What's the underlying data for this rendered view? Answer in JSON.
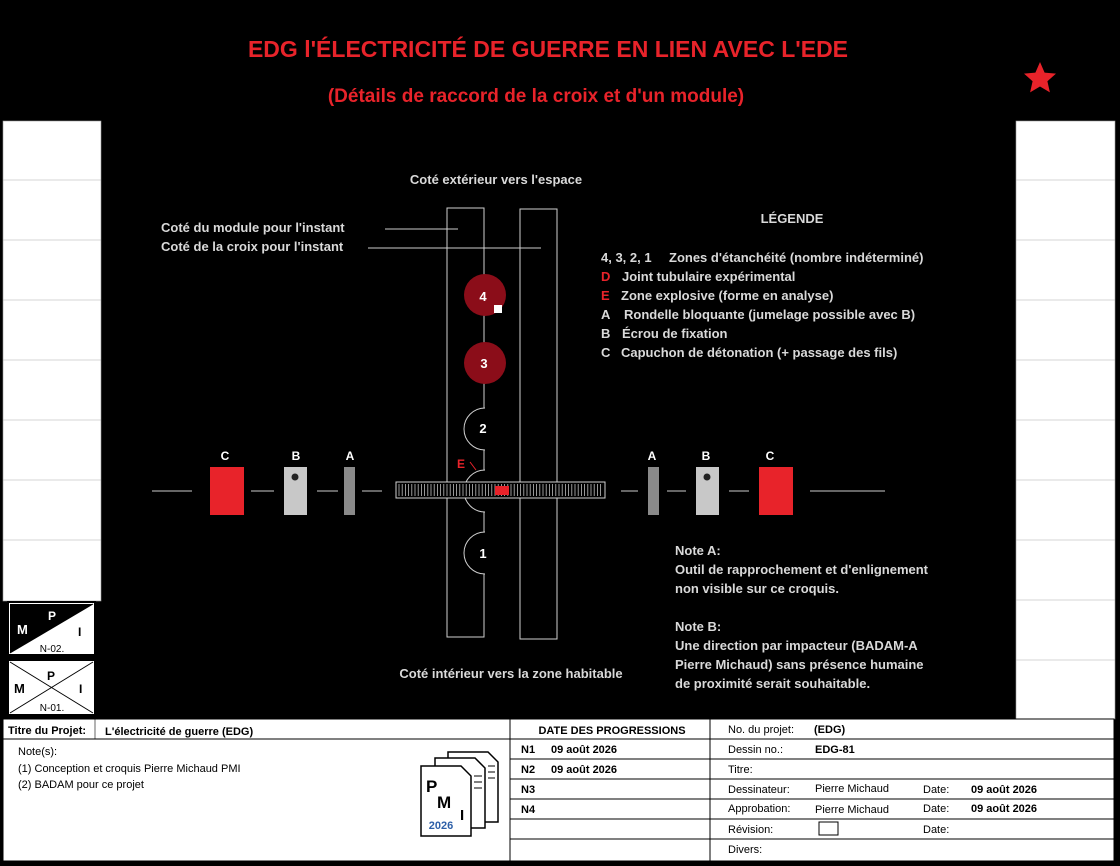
{
  "header": {
    "title": "EDG l'ÉLECTRICITÉ DE GUERRE EN LIEN AVEC L'EDE",
    "subtitle": "(Détails de raccord de la croix et d'un module)",
    "accent_color": "#e8232a",
    "icon": "star-icon"
  },
  "diagram": {
    "top_label": "Coté extérieur vers l'espace",
    "bottom_label": "Coté intérieur vers la zone habitable",
    "module_side_label": "Coté du module pour l'instant",
    "cross_side_label": "Coté de la croix pour l'instant",
    "zones": [
      "4",
      "3",
      "2",
      "1"
    ],
    "left_parts": [
      "C",
      "B",
      "A"
    ],
    "right_parts": [
      "A",
      "B",
      "C"
    ],
    "e_label": "E"
  },
  "legend": {
    "title": "LÉGENDE",
    "items": [
      {
        "key": "4, 3, 2, 1",
        "text": "Zones d'étanchéité (nombre indéterminé)",
        "key_red": false
      },
      {
        "key": "D",
        "text": "Joint tubulaire expérimental",
        "key_red": true
      },
      {
        "key": "E",
        "text": "Zone explosive (forme en analyse)",
        "key_red": true
      },
      {
        "key": "A",
        "text": "Rondelle bloquante (jumelage possible avec B)",
        "key_red": false
      },
      {
        "key": "B",
        "text": "Écrou de fixation",
        "key_red": false
      },
      {
        "key": "C",
        "text": "Capuchon de détonation (+ passage des fils)",
        "key_red": false
      }
    ]
  },
  "notes": {
    "a_title": "Note A:",
    "a_lines": [
      "Outil de rapprochement et d'enlignement",
      "non visible sur ce croquis."
    ],
    "b_title": "Note B:",
    "b_lines": [
      "Une direction par impacteur (BADAM-A",
      "Pierre Michaud) sans présence humaine",
      "de proximité serait souhaitable."
    ]
  },
  "badges": [
    {
      "m": "M",
      "p": "P",
      "i": "I",
      "code": "N-02."
    },
    {
      "m": "M",
      "p": "P",
      "i": "I",
      "code": "N-01."
    }
  ],
  "title_block": {
    "project_title_label": "Titre du Projet:",
    "project_title": "L'électricité de guerre (EDG)",
    "notes_label": "Note(s):",
    "notes": [
      "(1) Conception et croquis Pierre Michaud PMI",
      "(2) BADAM pour ce projet"
    ],
    "logo": {
      "p": "P",
      "m": "M",
      "i": "I",
      "year": "2026"
    },
    "progress_header": "DATE DES PROGRESSIONS",
    "progress": [
      {
        "label": "N1",
        "date": "09 août 2026"
      },
      {
        "label": "N2",
        "date": "09 août 2026"
      },
      {
        "label": "N3",
        "date": ""
      },
      {
        "label": "N4",
        "date": ""
      }
    ],
    "project_no_label": "No. du projet:",
    "project_no": "(EDG)",
    "drawing_no_label": "Dessin no.:",
    "drawing_no": "EDG-81",
    "titre_label": "Titre:",
    "designer_label": "Dessinateur:",
    "designer": "Pierre Michaud",
    "approval_label": "Approbation:",
    "approver": "Pierre Michaud",
    "date_label": "Date:",
    "designer_date": "09 août 2026",
    "approval_date": "09 août 2026",
    "revision_label": "Révision:",
    "divers_label": "Divers:"
  }
}
